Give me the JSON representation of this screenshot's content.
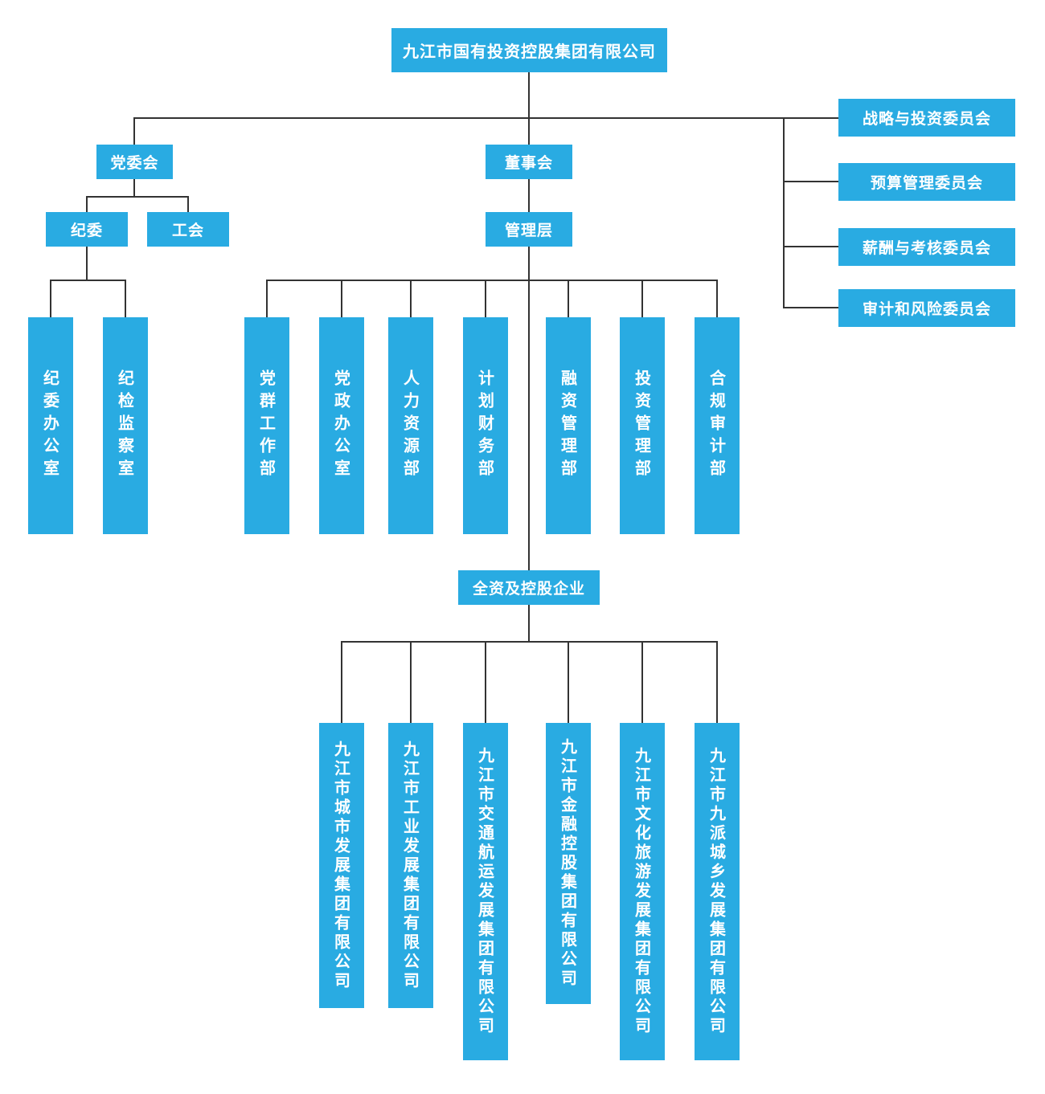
{
  "org_chart": {
    "root": {
      "label": "九江市国有投资控股集团有限公司"
    },
    "committees": [
      {
        "label": "战略与投资委员会"
      },
      {
        "label": "预算管理委员会"
      },
      {
        "label": "薪酬与考核委员会"
      },
      {
        "label": "审计和风险委员会"
      }
    ],
    "party_committee": {
      "label": "党委会"
    },
    "discipline_committee": {
      "label": "纪委"
    },
    "labor_union": {
      "label": "工会"
    },
    "discipline_offices": [
      {
        "label": "纪委办公室"
      },
      {
        "label": "纪检监察室"
      }
    ],
    "board": {
      "label": "董事会"
    },
    "management": {
      "label": "管理层"
    },
    "departments": [
      {
        "label": "党群工作部"
      },
      {
        "label": "党政办公室"
      },
      {
        "label": "人力资源部"
      },
      {
        "label": "计划财务部"
      },
      {
        "label": "融资管理部"
      },
      {
        "label": "投资管理部"
      },
      {
        "label": "合规审计部"
      }
    ],
    "holding_header": {
      "label": "全资及控股企业"
    },
    "subsidiaries": [
      {
        "label": "九江市城市发展集团有限公司"
      },
      {
        "label": "九江市工业发展集团有限公司"
      },
      {
        "label": "九江市交通航运发展集团有限公司"
      },
      {
        "label": "九江市金融控股集团有限公司"
      },
      {
        "label": "九江市文化旅游发展集团有限公司"
      },
      {
        "label": "九江市九派城乡发展集团有限公司"
      }
    ],
    "colors": {
      "box_fill": "#29ABE2",
      "box_text": "#FFFFFF",
      "connector": "#333333"
    }
  }
}
